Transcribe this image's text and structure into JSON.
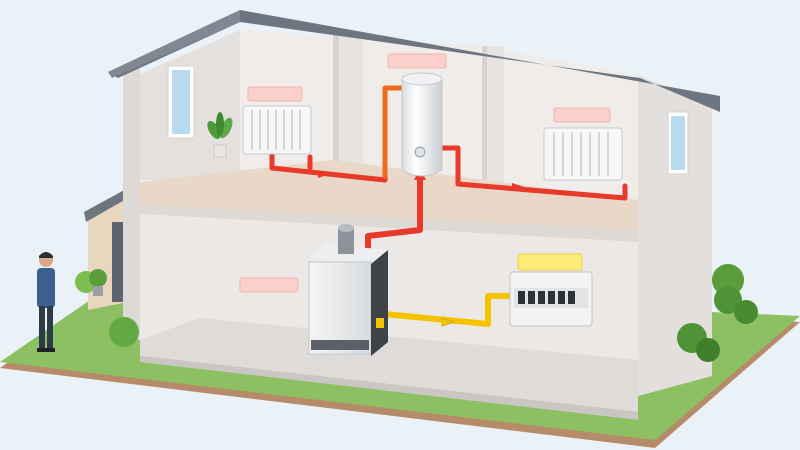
{
  "diagram": {
    "labels": [
      {
        "id": "label-radiator-left",
        "text": "",
        "color": "#fbd0cc"
      },
      {
        "id": "label-water-tank",
        "text": "",
        "color": "#fbd0cc"
      },
      {
        "id": "label-radiator-right",
        "text": "",
        "color": "#fbd0cc"
      },
      {
        "id": "label-boiler",
        "text": "",
        "color": "#fbd0cc"
      },
      {
        "id": "label-fuse-box",
        "text": "",
        "color": "#fdeb7a"
      }
    ],
    "components": [
      "radiator-left",
      "hot-water-cylinder",
      "radiator-right",
      "boiler",
      "fuse-box",
      "potted-plant",
      "person"
    ],
    "pipes": [
      {
        "name": "heating-pipe-left",
        "color": "#e8392a"
      },
      {
        "name": "tank-feed-pipe",
        "color": "#f26a21"
      },
      {
        "name": "heating-pipe-right",
        "color": "#e8392a"
      },
      {
        "name": "boiler-riser-pipe",
        "color": "#e8392a"
      },
      {
        "name": "gas-pipe",
        "color": "#f5c400"
      }
    ],
    "colors": {
      "background": "#eaf1f7",
      "grass": "#8cc063",
      "wall": "#e7e4e1",
      "roof": "#6c7580",
      "floor": "#e9d8c7"
    }
  }
}
